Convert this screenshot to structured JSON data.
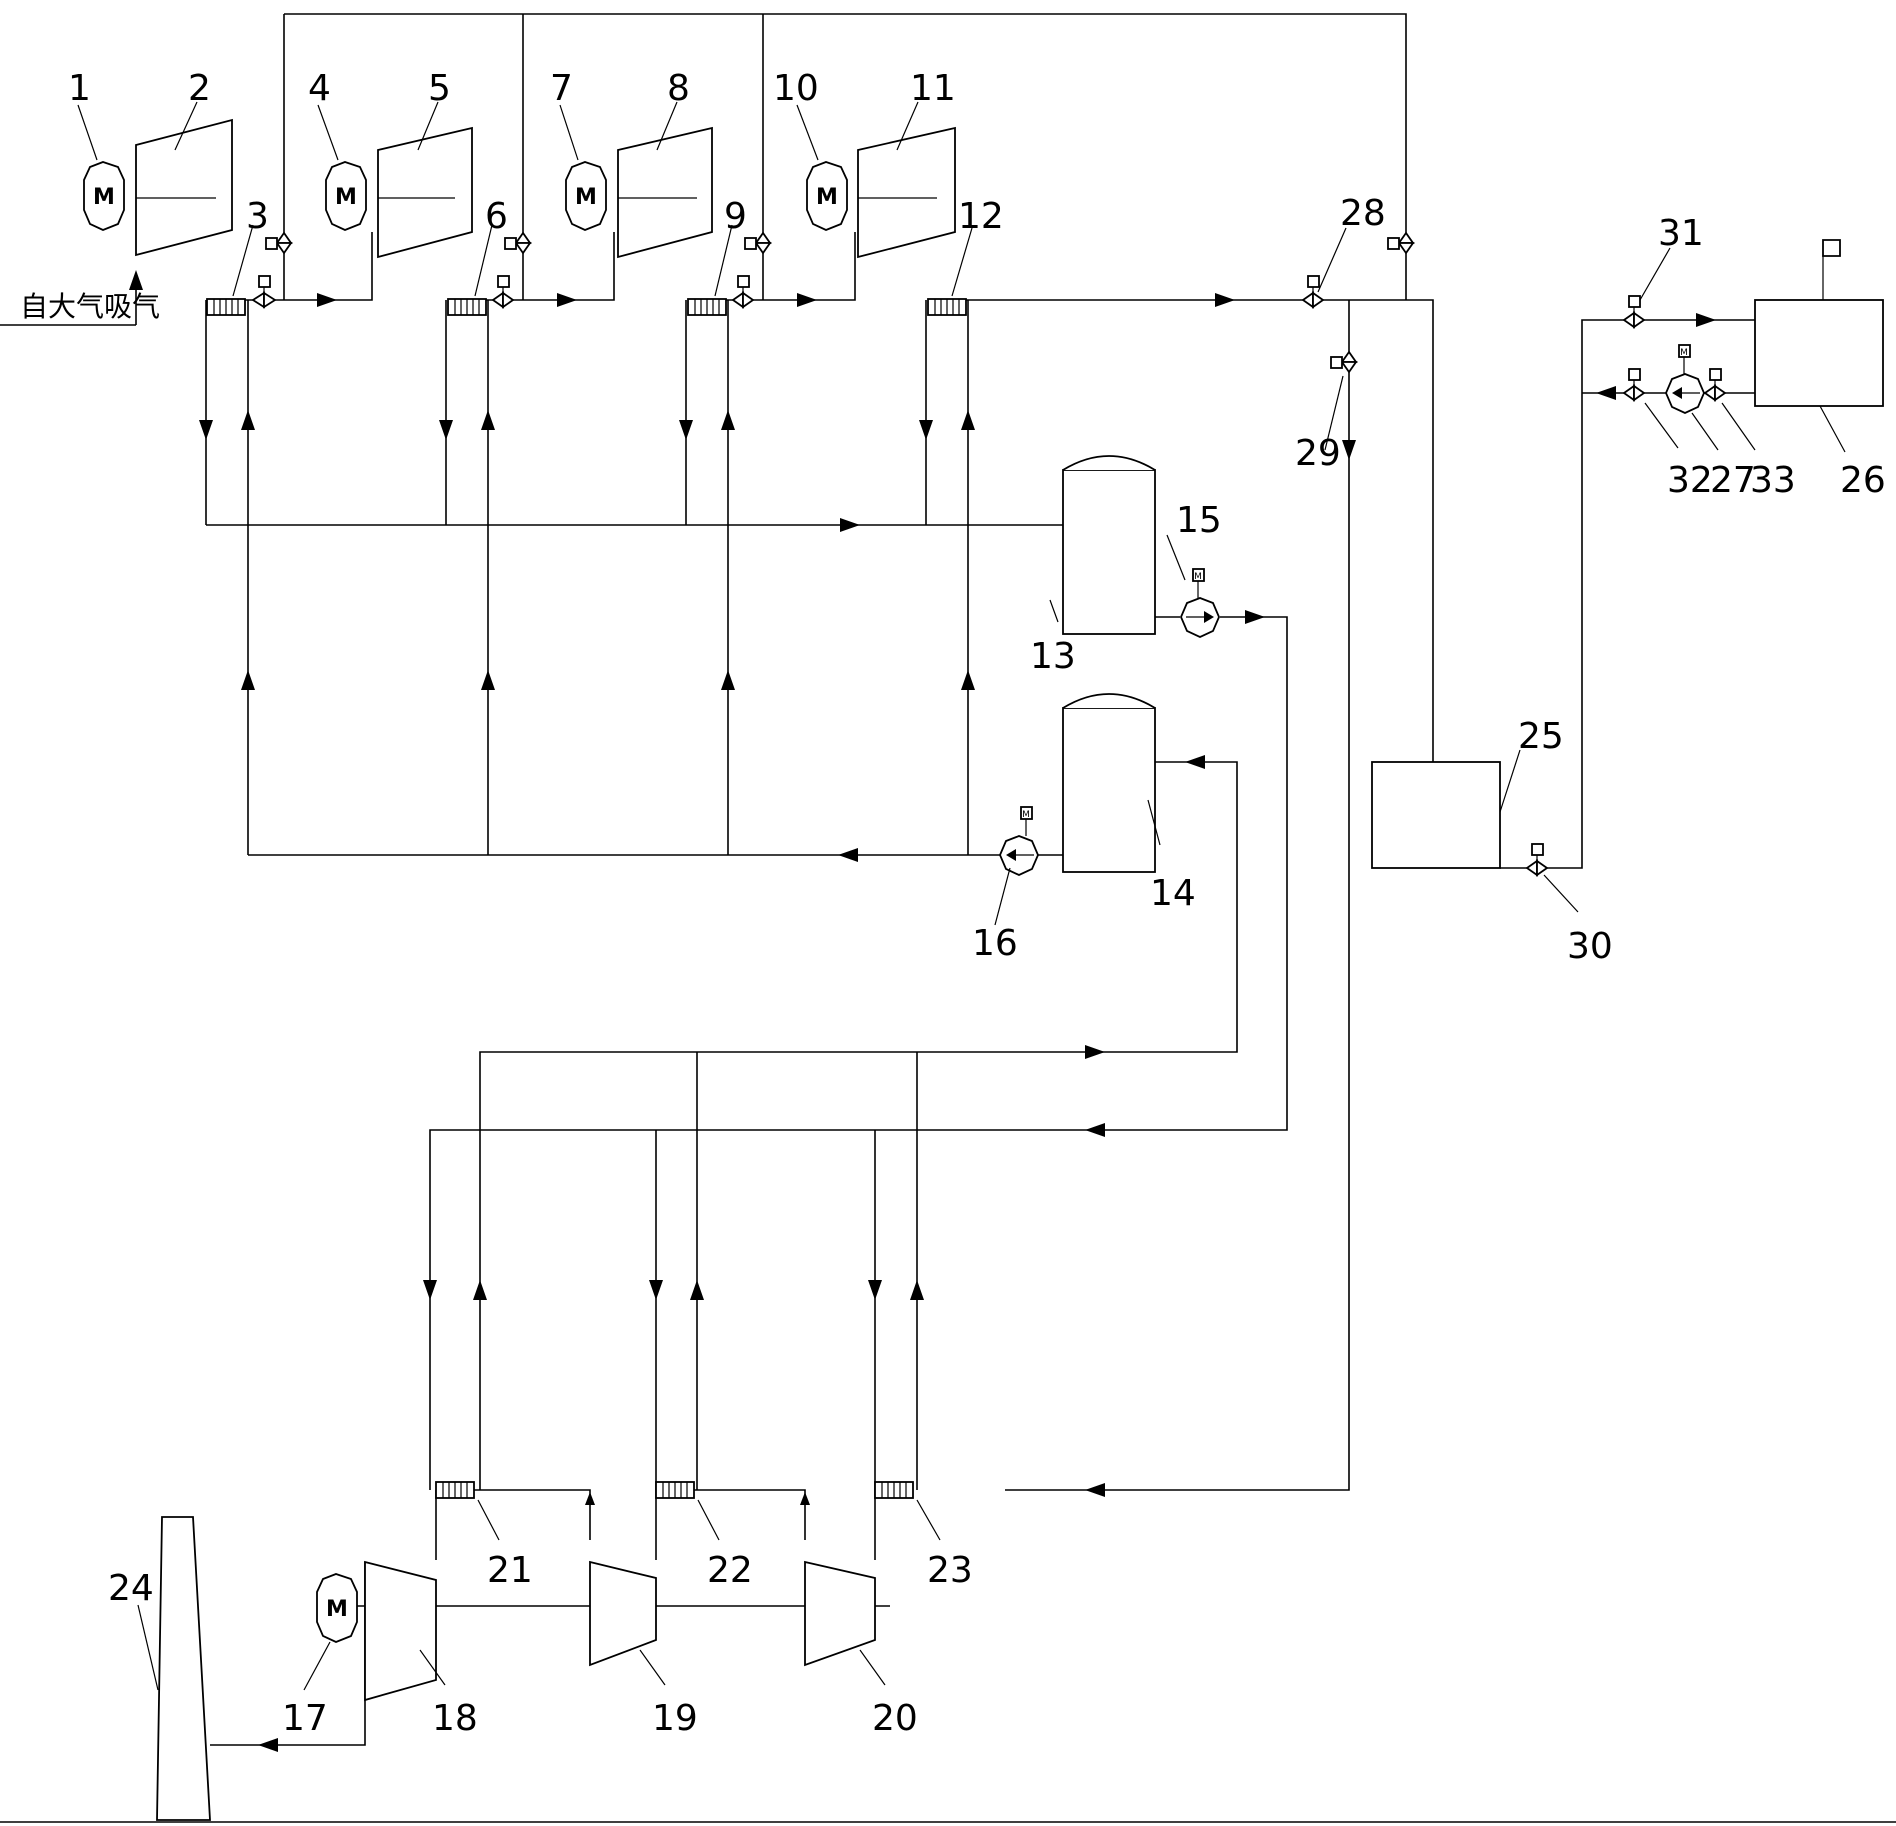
{
  "diagram": {
    "intake_label": "自大气吸气",
    "motor_symbol": "M",
    "valve_motor_symbol": "M",
    "labels": [
      "1",
      "2",
      "3",
      "4",
      "5",
      "6",
      "7",
      "8",
      "9",
      "10",
      "11",
      "12",
      "13",
      "14",
      "15",
      "16",
      "17",
      "18",
      "19",
      "20",
      "21",
      "22",
      "23",
      "24",
      "25",
      "26",
      "27",
      "28",
      "29",
      "30",
      "31",
      "32",
      "33"
    ]
  }
}
